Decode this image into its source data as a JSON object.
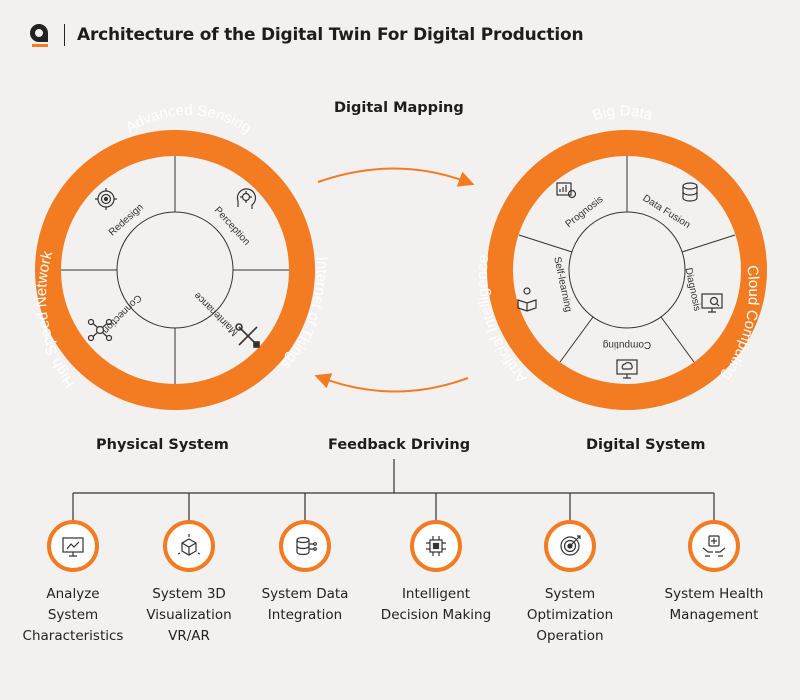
{
  "header": {
    "title": "Architecture of the Digital Twin For Digital Production"
  },
  "labels": {
    "digital_mapping": "Digital Mapping",
    "physical_system": "Physical System",
    "feedback_driving": "Feedback Driving",
    "digital_system": "Digital System"
  },
  "left_ring": {
    "outer": [
      "Advanced Sensing",
      "Internet of Things",
      "High Speed Network"
    ],
    "segments": [
      {
        "label": "Redesign",
        "icon": "target-gear-icon"
      },
      {
        "label": "Perception",
        "icon": "brain-gear-icon"
      },
      {
        "label": "Maintenance",
        "icon": "wrench-screwdriver-icon"
      },
      {
        "label": "Connection",
        "icon": "network-nodes-icon"
      }
    ]
  },
  "right_ring": {
    "outer": [
      "Big Data",
      "Cloud Computing",
      "Artificial Intelligence"
    ],
    "segments": [
      {
        "label": "Prognosis",
        "icon": "chart-gear-icon"
      },
      {
        "label": "Data Fusion",
        "icon": "database-gear-icon"
      },
      {
        "label": "Diagnosis",
        "icon": "monitor-search-icon"
      },
      {
        "label": "Computing",
        "icon": "cloud-monitor-icon"
      },
      {
        "label": "Self-learning",
        "icon": "person-book-icon"
      }
    ]
  },
  "bottom_items": [
    {
      "line1": "Analyze",
      "line2": "System",
      "line3": "Characteristics",
      "icon": "dashboard-screen-icon"
    },
    {
      "line1": "System 3D",
      "line2": "Visualization",
      "line3": "VR/AR",
      "icon": "cube-3d-icon"
    },
    {
      "line1": "System Data",
      "line2": "Integration",
      "line3": "",
      "icon": "data-circuit-icon"
    },
    {
      "line1": "Intelligent",
      "line2": "Decision Making",
      "line3": "",
      "icon": "ai-chip-icon"
    },
    {
      "line1": "System",
      "line2": "Optimization",
      "line3": "Operation",
      "icon": "target-arrow-icon"
    },
    {
      "line1": "System Health",
      "line2": "Management",
      "line3": "",
      "icon": "health-hands-icon"
    }
  ],
  "colors": {
    "accent": "#f37b22",
    "background": "#f2f1ef"
  }
}
